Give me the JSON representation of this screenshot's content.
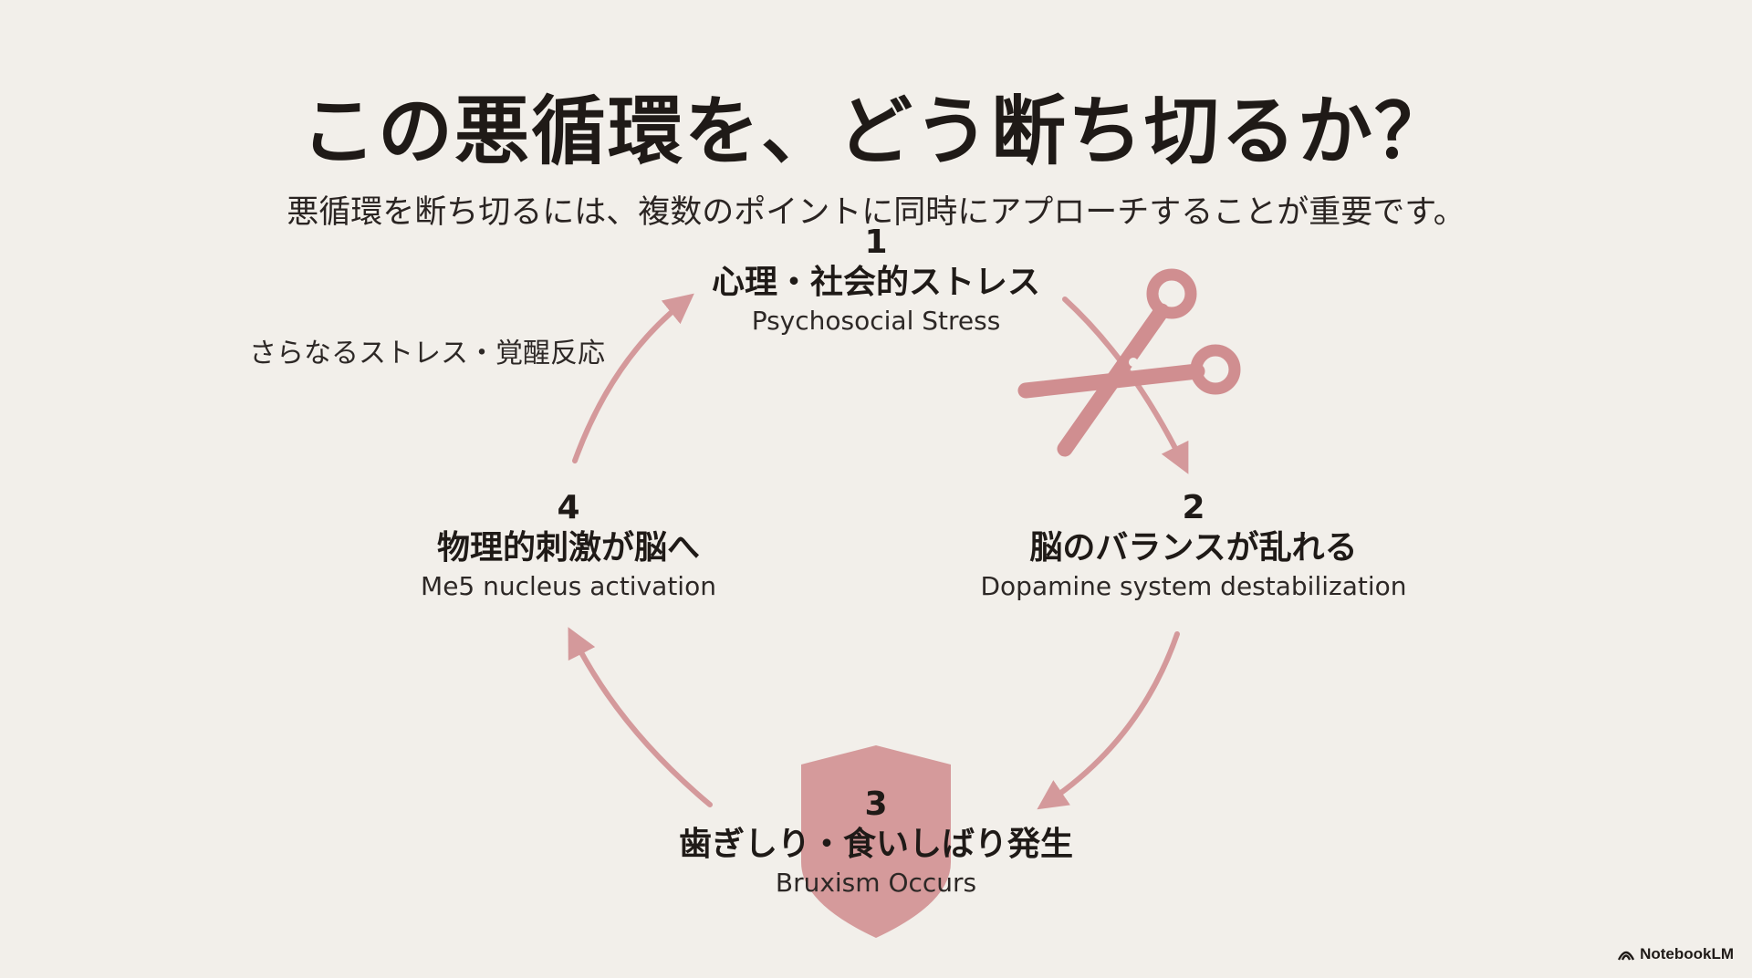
{
  "title": "この悪循環を、どう断ち切るか？",
  "subtitle": "悪循環を断ち切るには、複数のポイントに同時にアプローチすることが重要です。",
  "nodes": [
    {
      "number": "1",
      "title_ja": "心理・社会的ストレス",
      "title_en": "Psychosocial Stress"
    },
    {
      "number": "2",
      "title_ja": "脳のバランスが乱れる",
      "title_en": "Dopamine system destabilization"
    },
    {
      "number": "3",
      "title_ja": "歯ぎしり・食いしばり発生",
      "title_en": "Bruxism Occurs"
    },
    {
      "number": "4",
      "title_ja": "物理的刺激が脳へ",
      "title_en": "Me5 nucleus activation"
    }
  ],
  "annotation": "さらなるストレス・覚醒反応",
  "icons": [
    "scissors-icon",
    "shield-icon",
    "notebooklm-logo-icon"
  ],
  "colors": {
    "accent": "#d4999b",
    "shield": "#d08e90",
    "background": "#f2efea",
    "text": "#1f1a17"
  },
  "brand": "NotebookLM"
}
